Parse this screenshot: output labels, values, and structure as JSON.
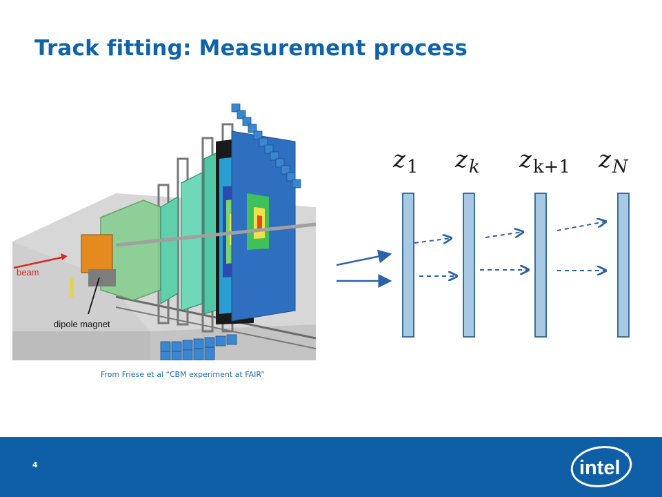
{
  "slide": {
    "title": "Track fitting: Measurement process",
    "page_number": "4"
  },
  "photo": {
    "labels": {
      "beam": "beam",
      "dipole_magnet": "dipole magnet"
    },
    "caption": "From Friese et al “CBM experiment at FAIR”"
  },
  "diagram": {
    "planes": [
      {
        "var": "z",
        "sub": "1"
      },
      {
        "var": "z",
        "sub": "k"
      },
      {
        "var": "z",
        "sub": "k+1"
      },
      {
        "var": "z",
        "sub": "N"
      }
    ],
    "colors": {
      "plane_fill": "#a7c9e3",
      "plane_stroke": "#3b6e98",
      "arrow": "#2c62a8"
    }
  },
  "logo": {
    "text": "intel",
    "mark": "®"
  },
  "colors": {
    "title": "#0f63a8",
    "footer": "#0f5fa7"
  }
}
